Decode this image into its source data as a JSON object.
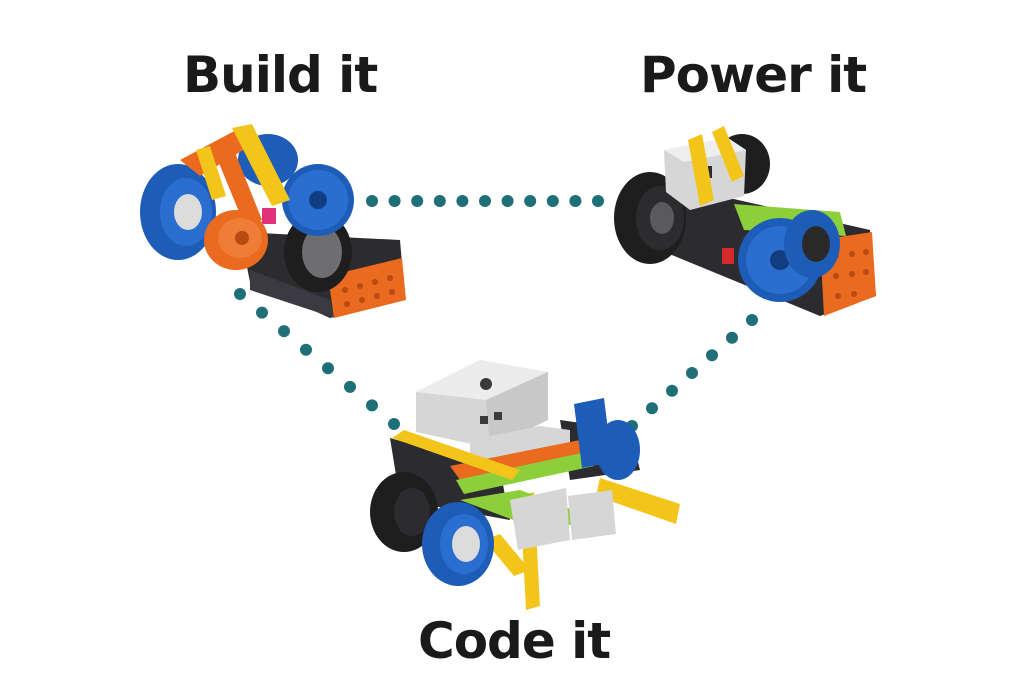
{
  "stages": {
    "build": "Build it",
    "power": "Power it",
    "code": "Code it"
  },
  "colors": {
    "connector_dots": "#1f6f78",
    "label_text": "#1a1a1a",
    "wheel_blue": "#1d5db8",
    "tire_black": "#1e1e1e",
    "beam_orange": "#ea6a1f",
    "beam_yellow": "#f3c51b",
    "brain_gray": "#d6d6d6",
    "beam_green": "#8ccf3a",
    "chassis_dark": "#2c2c30"
  },
  "icons": {
    "build_robot": "build-robot-icon",
    "power_robot": "power-robot-icon",
    "code_robot": "code-robot-icon"
  }
}
